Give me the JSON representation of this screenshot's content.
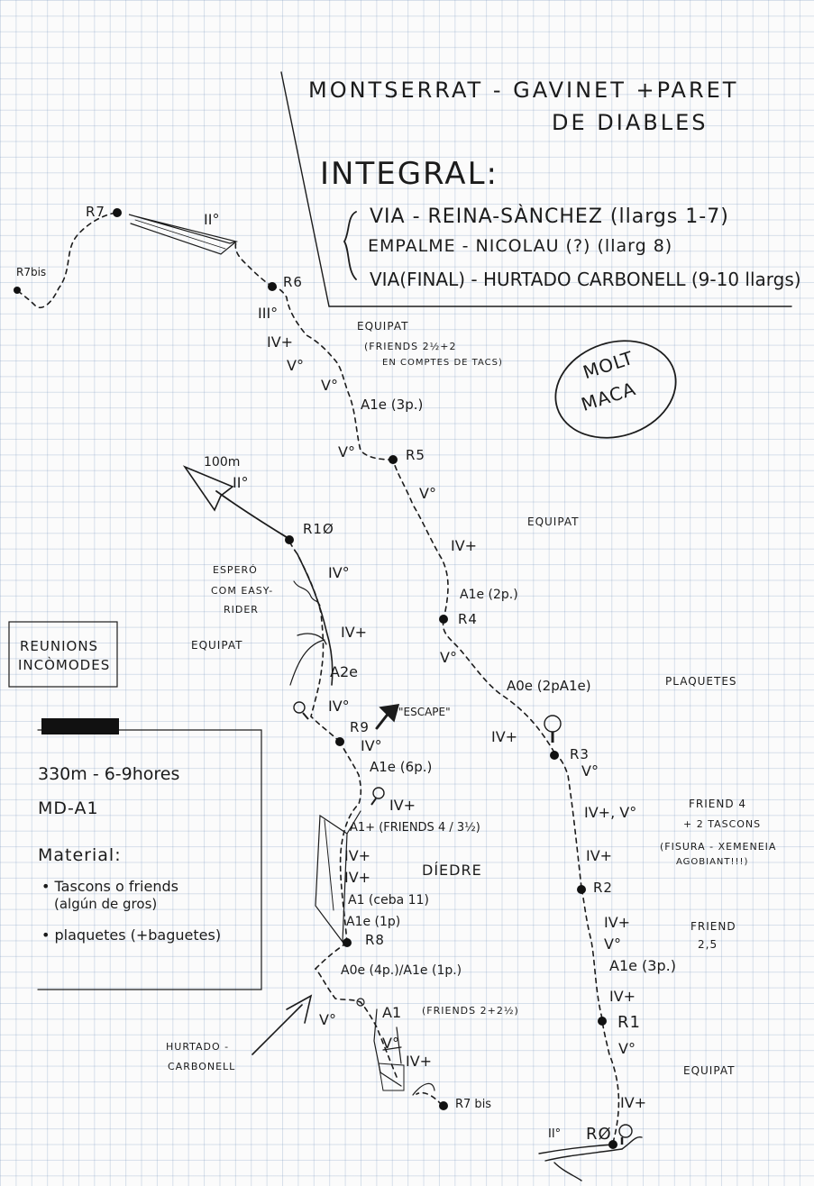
{
  "header": {
    "title_line1": "MONTSERRAT - GAVINET +PARET",
    "title_line2": "DE DIABLES",
    "integral": "INTEGRAL:",
    "route1": "VIA - REINA-SÀNCHEZ (llargs 1-7)",
    "route2": "EMPALME - NICOLAU (?) (llarg 8)",
    "route3": "VIA(FINAL) - HURTADO CARBONELL (9-10 llargs)"
  },
  "stamp": {
    "line1": "MOLT",
    "line2": "MACA"
  },
  "reunions_box": {
    "line1": "REUNIONS",
    "line2": "INCÒMODES"
  },
  "info": {
    "length_time": "330m - 6-9hores",
    "grade": "MD-A1",
    "material_title": "Material:",
    "item1_a": "• Tascons o friends",
    "item1_b": "(algún de gros)",
    "item2": "• plaquetes (+baguetes)"
  },
  "belays": {
    "R0": "RØ",
    "R1": "R1",
    "R2": "R2",
    "R3": "R3",
    "R4": "R4",
    "R5": "R5",
    "R6": "R6",
    "R7": "R7",
    "R7bis_top": "R7bis",
    "R7bis_bottom": "R7 bis",
    "R8": "R8",
    "R9": "R9",
    "R10": "R1Ø"
  },
  "grades": {
    "g_r0_a": "IV+",
    "g_r0_b": "V°",
    "g_r1_a": "IV+",
    "g_r1_b": "A1e (3p.)",
    "g_r1_c": "V°",
    "g_r1_d": "IV+",
    "g_r2_a": "IV+",
    "g_r2_b": "IV+, V°",
    "g_r3_a": "V°",
    "g_r3_b": "IV+",
    "g_r3_c": "A0e (2pA1e)",
    "g_r4_a": "V°",
    "g_r4_b": "A1e (2p.)",
    "g_r4_c": "IV+",
    "g_r5_a": "V°",
    "g_r5_b": "V°",
    "g_r5_c": "A1e (3p.)",
    "g_r5_d": "V°",
    "g_r6_a": "V°",
    "g_r6_b": "IV+",
    "g_r6_c": "III°",
    "g_r7": "II°",
    "g_arrow": "II°",
    "g_arrow_len": "100m",
    "g_r8_a": "A0e (4p.)/A1e (1p.)",
    "g_r8_b": "A1e (1p)",
    "g_r8_c": "A1 (ceba 11)",
    "g_r8_d": "IV+",
    "g_r8_e": "IV+",
    "g_r8_f": "A1+ (FRIENDS 4 / 3½)",
    "g_r8_g": "IV+",
    "g_r9_a": "A1e (6p.)",
    "g_r9_b": "IV°",
    "g_r9_c": "IV°",
    "g_r9_d": "A2e",
    "g_r9_e": "IV+",
    "g_r10": "IV°",
    "g_start_r0": "II°",
    "g_hc_a": "V°",
    "g_hc_b": "A1",
    "g_hc_c": "V°",
    "g_hc_d": "IV+",
    "g_hc_friends": "(FRIENDS 2+2½)"
  },
  "notes": {
    "equipat1": "EQUIPAT",
    "friends_note1": "(FRIENDS 2½+2",
    "friends_note2": "EN COMPTES DE TACS)",
    "equipat2": "EQUIPAT",
    "equipat3": "EQUIPAT",
    "equipat4": "EQUIPAT",
    "plaquetes": "PLAQUETES",
    "friend4_1": "FRIEND 4",
    "friend4_2": "+ 2 TASCONS",
    "friend4_3": "(FISURA - XEMENEIA",
    "friend4_4": "AGOBIANT!!!)",
    "friend25_1": "FRIEND",
    "friend25_2": "2,5",
    "espero1": "ESPERÓ",
    "espero2": "COM EASY-",
    "espero3": "RIDER",
    "escape": "\"ESCAPE\"",
    "diedre": "DÍEDRE",
    "hurtado1": "HURTADO -",
    "hurtado2": "CARBONELL"
  }
}
